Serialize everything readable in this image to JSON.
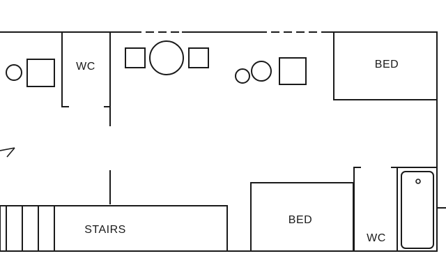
{
  "labels": {
    "wc_top": "WC",
    "bed_top": "BED",
    "stairs": "STAIRS",
    "bed_bottom": "BED",
    "wc_bottom": "WC"
  },
  "colors": {
    "line": "#1a1a1a",
    "background": "#ffffff"
  }
}
